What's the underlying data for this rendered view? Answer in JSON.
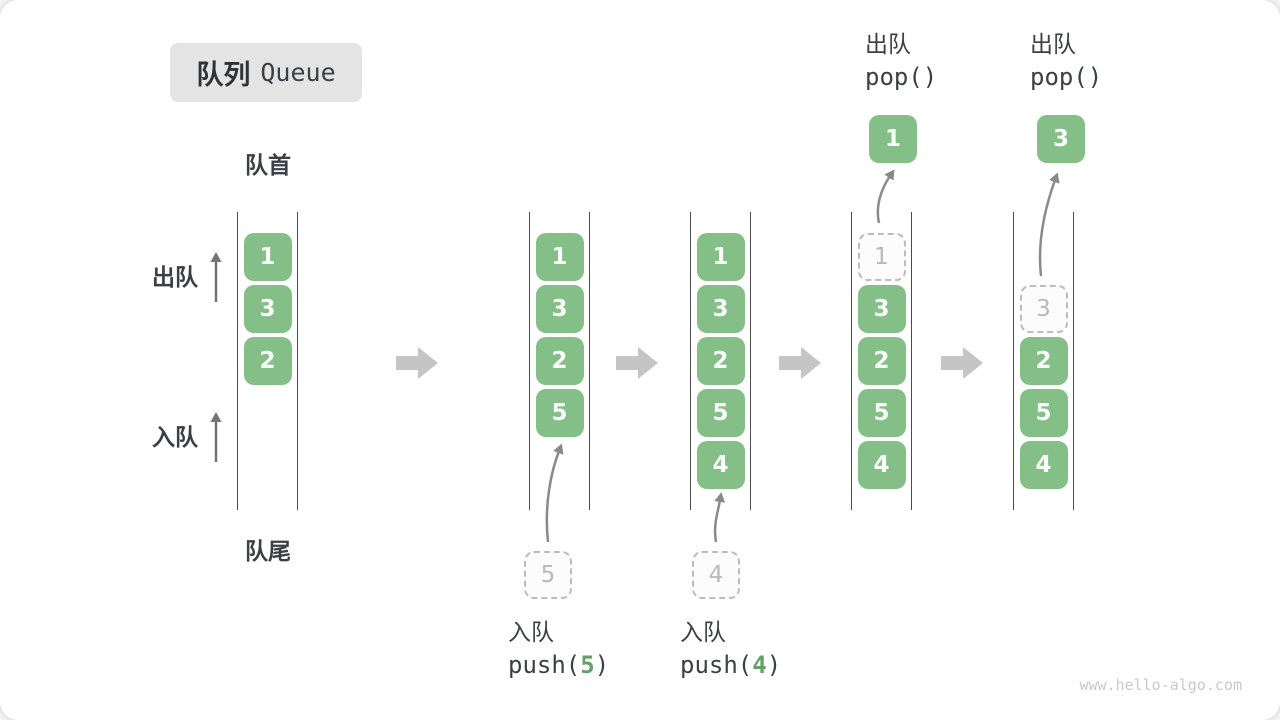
{
  "title": {
    "zh": "队列",
    "en": "Queue"
  },
  "side_labels": {
    "front": "队首",
    "rear": "队尾",
    "dequeue": "出队",
    "enqueue": "入队"
  },
  "operations": {
    "push5": {
      "label": "入队",
      "fn_pre": "push(",
      "arg": "5",
      "fn_post": ")"
    },
    "push4": {
      "label": "入队",
      "fn_pre": "push(",
      "arg": "4",
      "fn_post": ")"
    },
    "pop1": {
      "label": "出队",
      "fn": "pop()"
    },
    "pop2": {
      "label": "出队",
      "fn": "pop()"
    }
  },
  "queues": {
    "state1": {
      "cells": [
        "1",
        "3",
        "2"
      ]
    },
    "state2": {
      "cells": [
        "1",
        "3",
        "2",
        "5"
      ],
      "incoming": "5"
    },
    "state3": {
      "cells": [
        "1",
        "3",
        "2",
        "5",
        "4"
      ],
      "incoming": "4"
    },
    "state4": {
      "ghost": "1",
      "cells": [
        "3",
        "2",
        "5",
        "4"
      ],
      "popped": "1"
    },
    "state5": {
      "ghost": "3",
      "cells": [
        "2",
        "5",
        "4"
      ],
      "popped": "3"
    }
  },
  "watermark": "www.hello-algo.com",
  "colors": {
    "cell_green": "#85bf88",
    "arg_green": "#63a168",
    "ghost_border": "#bcbcbc",
    "ghost_text": "#b9b9b9",
    "line_dark": "#4a4a4a",
    "text_dark": "#3b4045",
    "block_arrow": "#c5c5c5",
    "flow_arrow": "#8a8a8a",
    "title_bg": "#e4e4e4",
    "watermark": "#c9c9c9"
  }
}
